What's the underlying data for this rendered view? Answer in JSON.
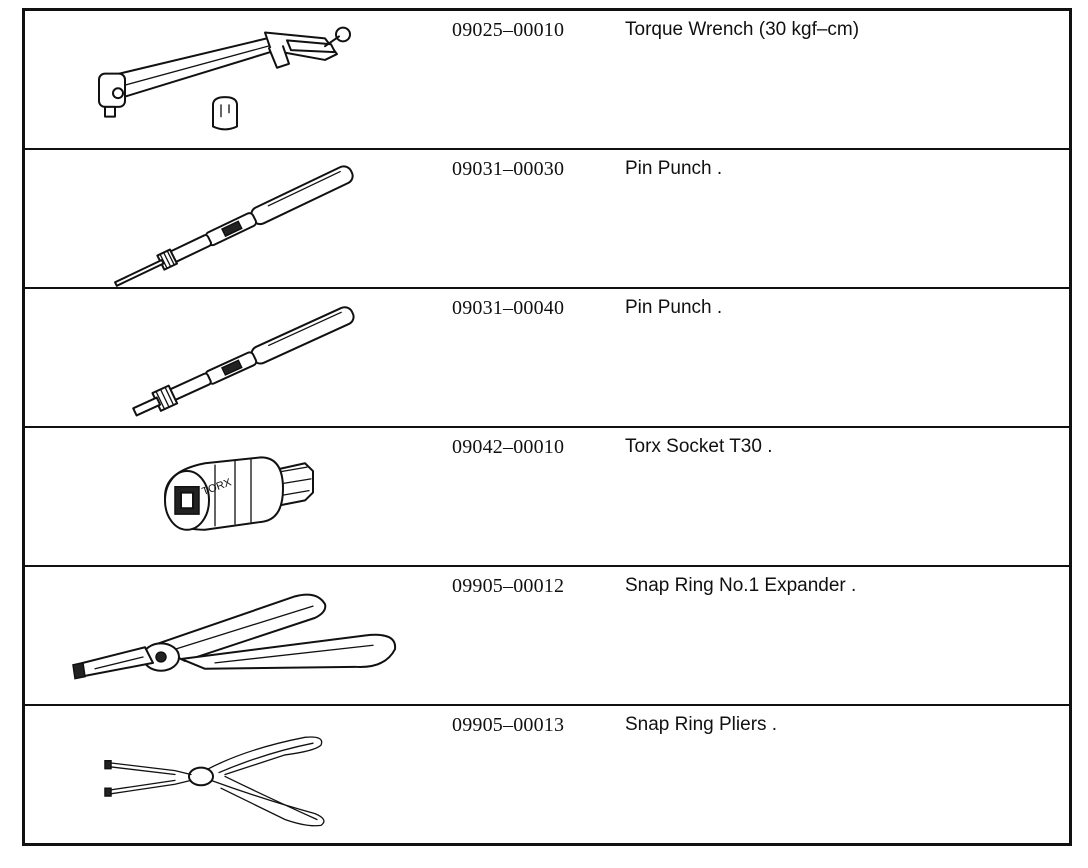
{
  "tools": [
    {
      "part_number": "09025–00010",
      "name": "Torque Wrench (30 kgf–cm)",
      "icon": "torque-wrench-icon"
    },
    {
      "part_number": "09031–00030",
      "name": "Pin Punch .",
      "icon": "pin-punch-icon"
    },
    {
      "part_number": "09031–00040",
      "name": "Pin Punch .",
      "icon": "pin-punch-icon"
    },
    {
      "part_number": "09042–00010",
      "name": "Torx Socket T30 .",
      "icon": "torx-socket-icon"
    },
    {
      "part_number": "09905–00012",
      "name": "Snap Ring No.1 Expander .",
      "icon": "snap-ring-expander-icon"
    },
    {
      "part_number": "09905–00013",
      "name": "Snap Ring Pliers .",
      "icon": "snap-ring-pliers-icon"
    }
  ],
  "socket_marking": "TORX"
}
